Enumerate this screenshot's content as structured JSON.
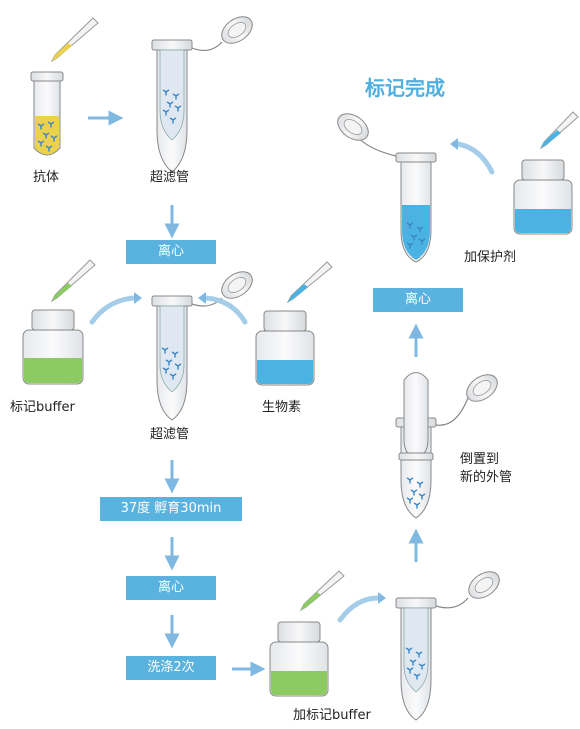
{
  "title": "标记完成",
  "labels": {
    "antibody": "抗体",
    "filter_tube_1": "超滤管",
    "label_buffer": "标记buffer",
    "biotin": "生物素",
    "filter_tube_2": "超滤管",
    "add_label_buffer": "加标记buffer",
    "invert_line1": "倒置到",
    "invert_line2": "新的外管",
    "add_protectant": "加保护剂"
  },
  "steps": {
    "centrifuge_1": "离心",
    "incubate": "37度 孵育30min",
    "centrifuge_2": "离心",
    "wash": "洗涤2次",
    "centrifuge_3": "离心"
  },
  "colors": {
    "step_box": "#5ab2de",
    "arrow": "#7fb9e2",
    "title": "#4fb0e0",
    "liquid_yellow": "#ecd24a",
    "liquid_green": "#8ccb62",
    "liquid_blue": "#4bb3e2",
    "antibody_mark": "#3a86c8"
  }
}
